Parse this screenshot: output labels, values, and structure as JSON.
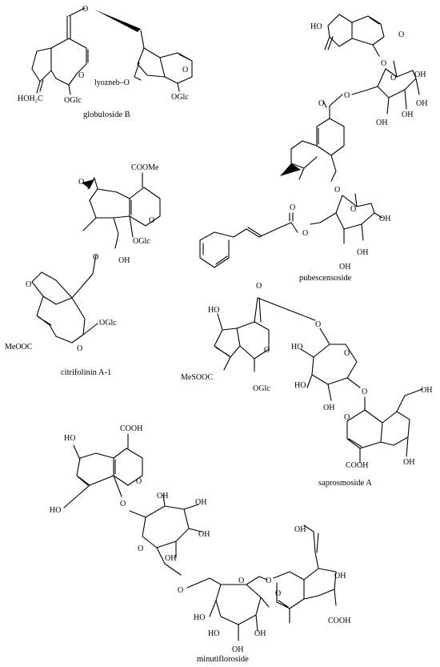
{
  "captions": {
    "globuloside_b": "globuloside B",
    "pubescensoside": "pubescensoside",
    "citrifolinin": "citrifolinin A-1",
    "saprosmoside": "saprosmoside A",
    "minutifloroside": "minutifloroside"
  },
  "labels": {
    "ho": "HO",
    "oh": "OH",
    "o": "O",
    "oglc": "OGlc",
    "cooh": "COOH",
    "coome": "COOMe",
    "meooc": "MeOOC",
    "mesooc": "MeSOOC",
    "hoh2c": "HOH₂C",
    "lyozneb": "lyozneb–O"
  }
}
